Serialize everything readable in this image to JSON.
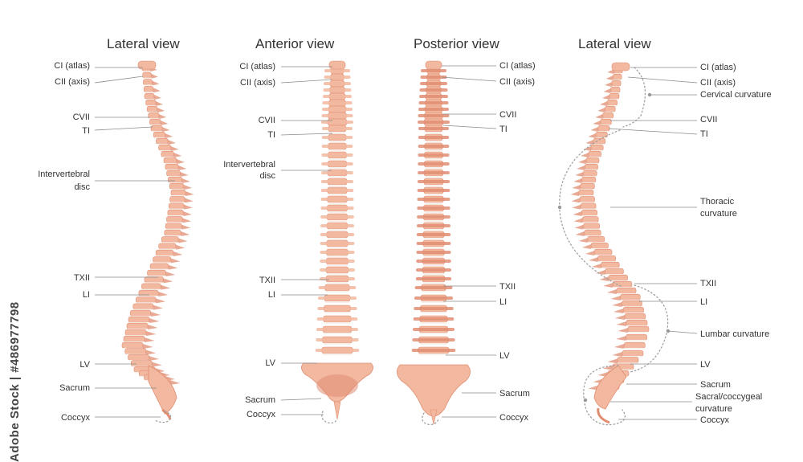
{
  "panels": [
    {
      "title": "Lateral view",
      "labels": [
        "CI (atlas)",
        "CII (axis)",
        "CVII",
        "TI",
        "Intervertebral",
        "disc",
        "TXII",
        "LI",
        "LV",
        "Sacrum",
        "Coccyx"
      ]
    },
    {
      "title": "Anterior view",
      "labels": [
        "CI (atlas)",
        "CII (axis)",
        "CVII",
        "TI",
        "Intervertebral",
        "disc",
        "TXII",
        "LI",
        "LV",
        "Sacrum",
        "Coccyx"
      ]
    },
    {
      "title": "Posterior view",
      "labels": [
        "CI (atlas)",
        "CII (axis)",
        "CVII",
        "TI",
        "TXII",
        "LI",
        "LV",
        "Sacrum",
        "Coccyx"
      ]
    },
    {
      "title": "Lateral view",
      "labels": [
        "CI (atlas)",
        "CII (axis)",
        "Cervical curvature",
        "CVII",
        "TI",
        "Thoracic",
        "curvature",
        "TXII",
        "LI",
        "Lumbar curvature",
        "LV",
        "Sacrum",
        "Sacral/coccygeal",
        "curvature",
        "Coccyx"
      ]
    }
  ],
  "watermark": "Adobe Stock | #486977798",
  "colors": {
    "bone": "#f2b9a0",
    "bone_dark": "#e08d72",
    "disc": "#f7f1ee",
    "line": "#8a8a8a",
    "text": "#333333"
  }
}
